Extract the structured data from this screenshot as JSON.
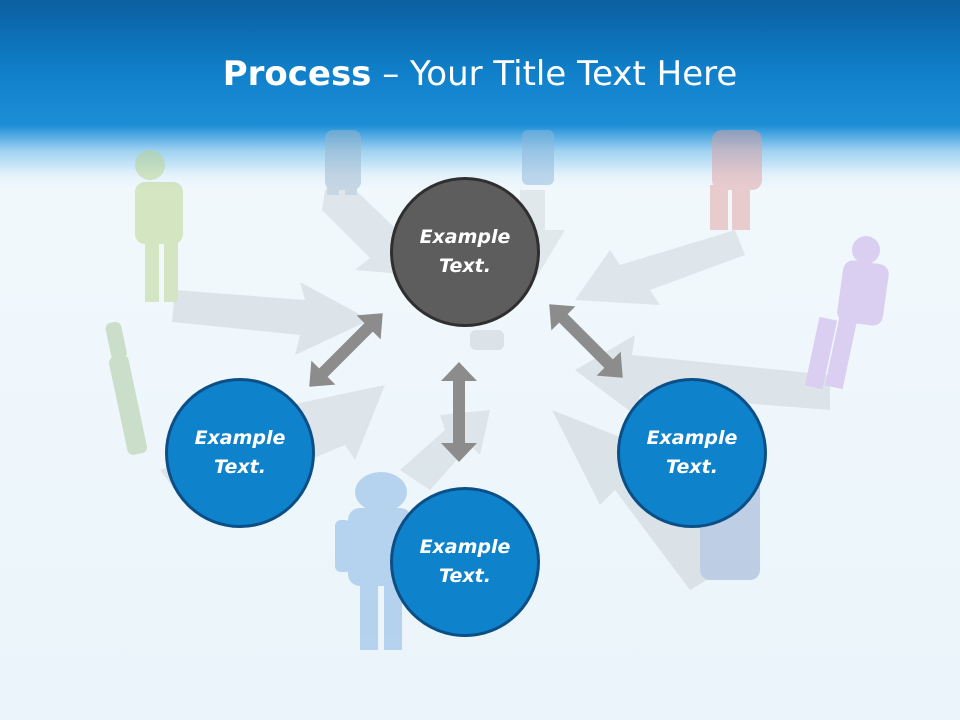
{
  "slide": {
    "title_bold": "Process",
    "title_rest": " – Your Title Text Here"
  },
  "nodes": {
    "center": "Example Text.",
    "left": "Example Text.",
    "bottom": "Example Text.",
    "right": "Example Text."
  },
  "colors": {
    "header": "#0f7fc9",
    "center_fill": "#5d5d5d",
    "node_fill": "#0f82cc",
    "connector": "#8c8c8c"
  }
}
